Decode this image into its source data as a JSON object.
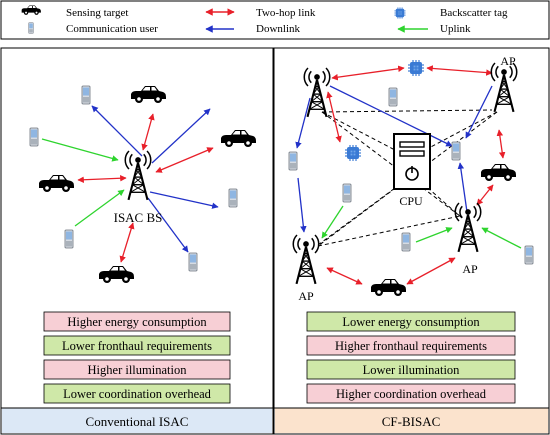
{
  "legend": {
    "sensing_target": "Sensing target",
    "communication_user": "Communication user",
    "two_hop_link": "Two-hop link",
    "downlink": "Downlink",
    "backscatter_tag": "Backscatter tag",
    "uplink": "Uplink"
  },
  "left_panel": {
    "bs_label": "ISAC BS",
    "footer": "Conventional ISAC",
    "footer_color": "#dce8f6",
    "properties": [
      {
        "text": "Higher energy consumption",
        "color": "#f7cfd5"
      },
      {
        "text": "Lower fronthaul requirements",
        "color": "#cfe8a8"
      },
      {
        "text": "Higher illumination",
        "color": "#f7cfd5"
      },
      {
        "text": "Lower coordination overhead",
        "color": "#cfe8a8"
      }
    ]
  },
  "right_panel": {
    "ap_label": "AP",
    "cpu_label": "CPU",
    "footer": "CF-BISAC",
    "footer_color": "#fbe3cd",
    "properties": [
      {
        "text": "Lower energy consumption",
        "color": "#cfe8a8"
      },
      {
        "text": "Higher fronthaul requirements",
        "color": "#f7cfd5"
      },
      {
        "text": "Lower illumination",
        "color": "#cfe8a8"
      },
      {
        "text": "Higher coordination overhead",
        "color": "#f7cfd5"
      }
    ]
  },
  "colors": {
    "two_hop": "#e8202a",
    "downlink": "#2232c8",
    "uplink": "#2ed42e",
    "tag": "#3b7bd4"
  }
}
